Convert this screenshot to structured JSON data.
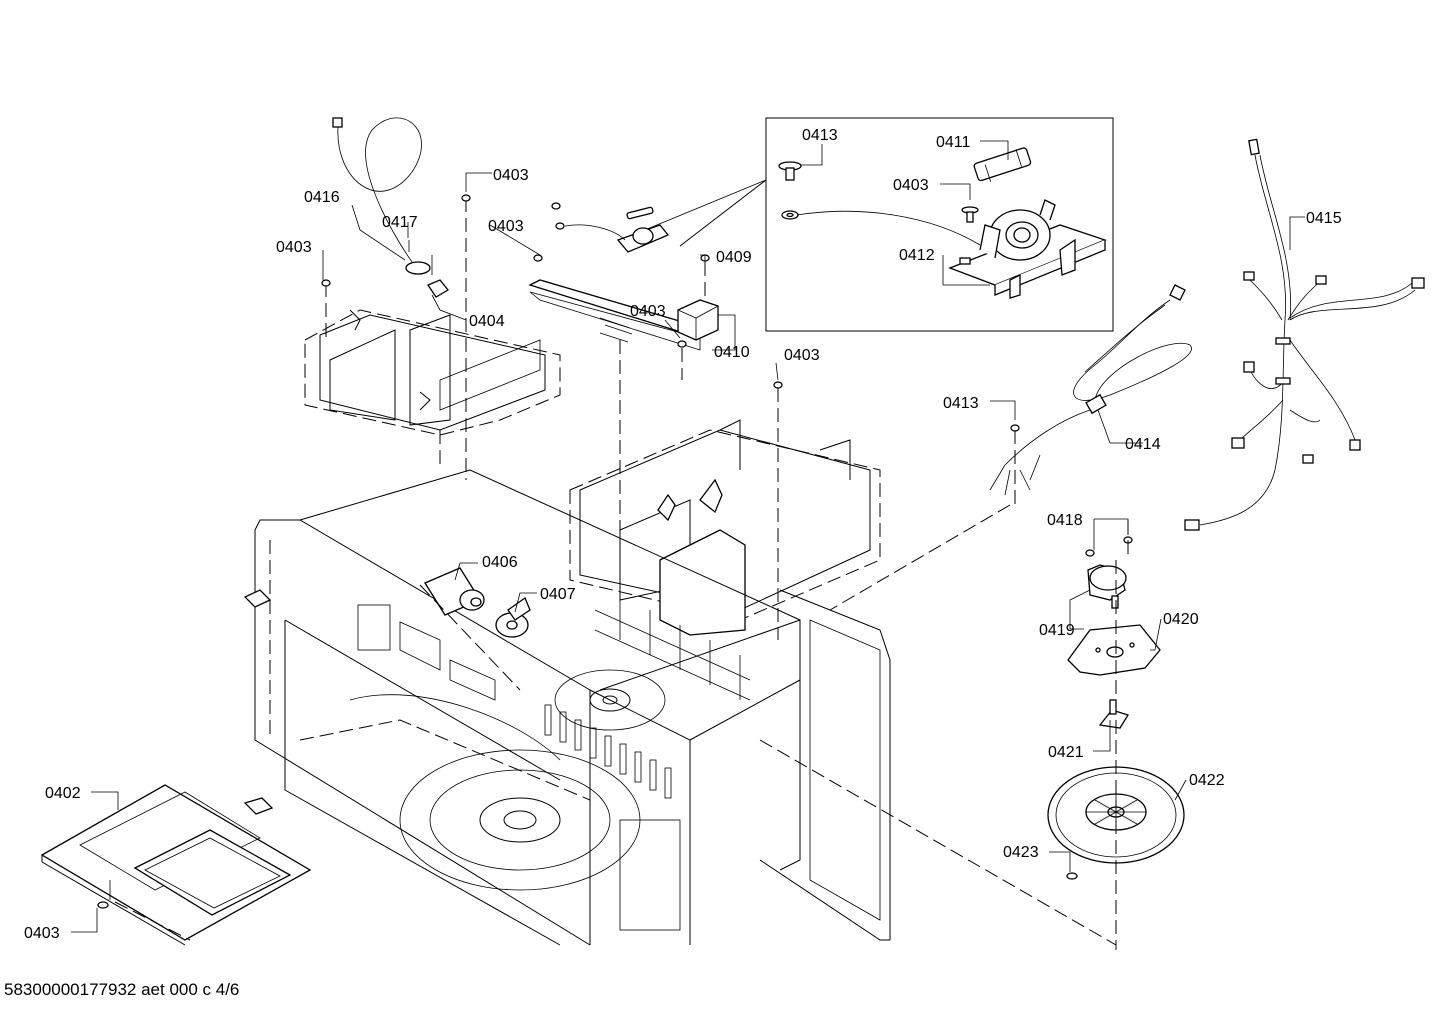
{
  "callouts": [
    {
      "id": "c0416",
      "label": "0416"
    },
    {
      "id": "c0417",
      "label": "0417"
    },
    {
      "id": "c0403a",
      "label": "0403"
    },
    {
      "id": "c0403b",
      "label": "0403"
    },
    {
      "id": "c0403c",
      "label": "0403"
    },
    {
      "id": "c0404",
      "label": "0404"
    },
    {
      "id": "c0403d",
      "label": "0403"
    },
    {
      "id": "c0409",
      "label": "0409"
    },
    {
      "id": "c0410",
      "label": "0410"
    },
    {
      "id": "c0403e",
      "label": "0403"
    },
    {
      "id": "c0413a",
      "label": "0413"
    },
    {
      "id": "c0411",
      "label": "0411"
    },
    {
      "id": "c0403f",
      "label": "0403"
    },
    {
      "id": "c0412",
      "label": "0412"
    },
    {
      "id": "c0415",
      "label": "0415"
    },
    {
      "id": "c0413b",
      "label": "0413"
    },
    {
      "id": "c0414",
      "label": "0414"
    },
    {
      "id": "c0406",
      "label": "0406"
    },
    {
      "id": "c0407",
      "label": "0407"
    },
    {
      "id": "c0418",
      "label": "0418"
    },
    {
      "id": "c0419",
      "label": "0419"
    },
    {
      "id": "c0420",
      "label": "0420"
    },
    {
      "id": "c0421",
      "label": "0421"
    },
    {
      "id": "c0422",
      "label": "0422"
    },
    {
      "id": "c0402",
      "label": "0402"
    },
    {
      "id": "c0423",
      "label": "0423"
    },
    {
      "id": "c0403g",
      "label": "0403"
    }
  ],
  "footer_text": "58300000177932 aet 000 c 4/6"
}
